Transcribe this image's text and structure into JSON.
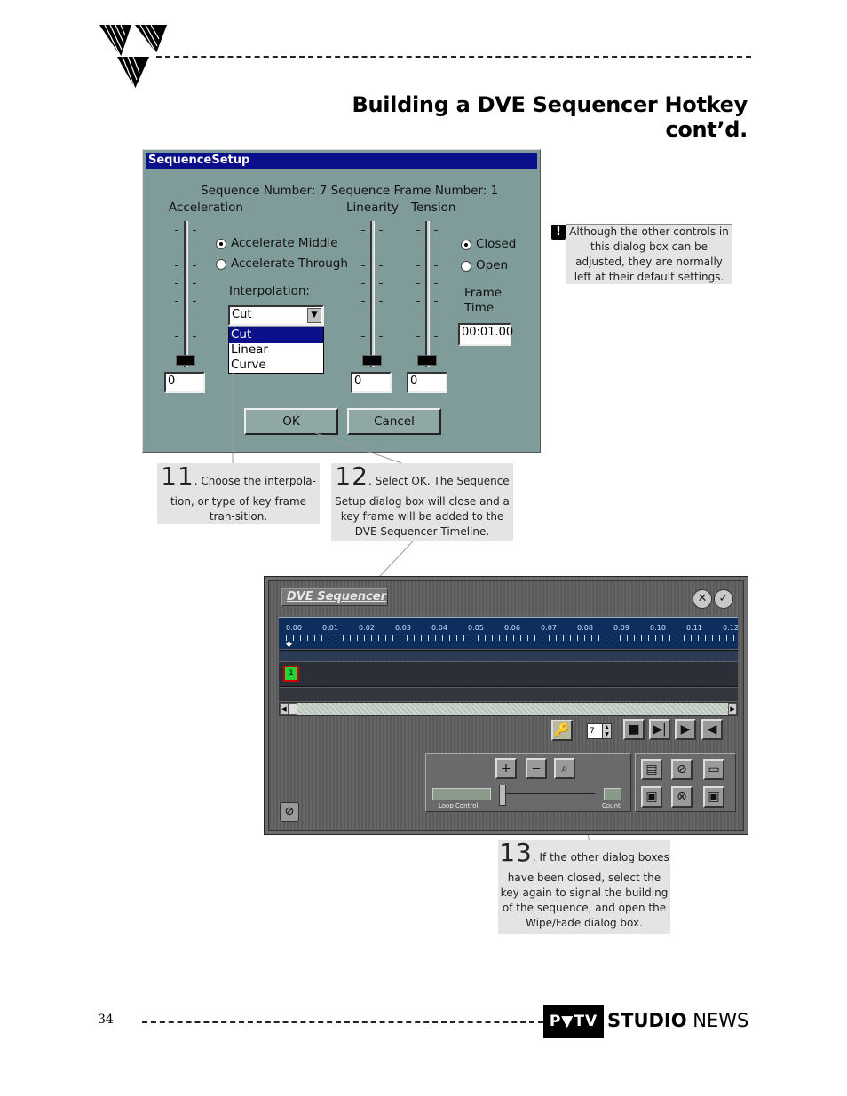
{
  "page": {
    "title": "Building a DVE Sequencer Hotkey cont’d.",
    "page_number": "34",
    "brand_logo": "P▼TV",
    "brand_word1": "STUDIO",
    "brand_word2": "NEWS"
  },
  "sequence_setup": {
    "title": "SequenceSetup",
    "header_line": "Sequence Number: 7  Sequence Frame Number: 1",
    "acceleration_label": "Acceleration",
    "linearity_label": "Linearity",
    "tension_label": "Tension",
    "radio_accel_middle": "Accelerate Middle",
    "radio_accel_through": "Accelerate Through",
    "interpolation_label": "Interpolation:",
    "interpolation_value": "Cut",
    "interpolation_options": [
      "Cut",
      "Linear",
      "Curve"
    ],
    "radio_closed": "Closed",
    "radio_open": "Open",
    "frame_time_label1": "Frame",
    "frame_time_label2": "Time",
    "frame_time_value": "00:01.00",
    "acceleration_value": "0",
    "linearity_value": "0",
    "tension_value": "0",
    "ok_label": "OK",
    "cancel_label": "Cancel"
  },
  "note": {
    "text": "Although the other controls in this dialog box can be adjusted, they are normally left at their default settings."
  },
  "callouts": {
    "c11": {
      "num": "11",
      "lead": ".  Choose the interpola-",
      "rest": "tion, or type of key frame tran-sition."
    },
    "c12": {
      "num": "12",
      "lead": ".  Select OK.  The Sequence",
      "rest": "Setup dialog box will close and a key frame will be added to the DVE Sequencer Timeline."
    },
    "c13": {
      "num": "13",
      "lead": ".  If the other dialog boxes",
      "rest": "have been closed, select the key again to signal the building of the sequence, and open the Wipe/Fade dialog box."
    }
  },
  "dve_sequencer": {
    "title": "DVE Sequencer",
    "time_labels": [
      "0:00",
      "0:01",
      "0:02",
      "0:03",
      "0:04",
      "0:05",
      "0:06",
      "0:07",
      "0:08",
      "0:09",
      "0:10",
      "0:11",
      "0:12"
    ],
    "keyframe_label": "1",
    "sequence_number": "7",
    "loop_control_label": "Loop Control",
    "count_label": "Count"
  }
}
